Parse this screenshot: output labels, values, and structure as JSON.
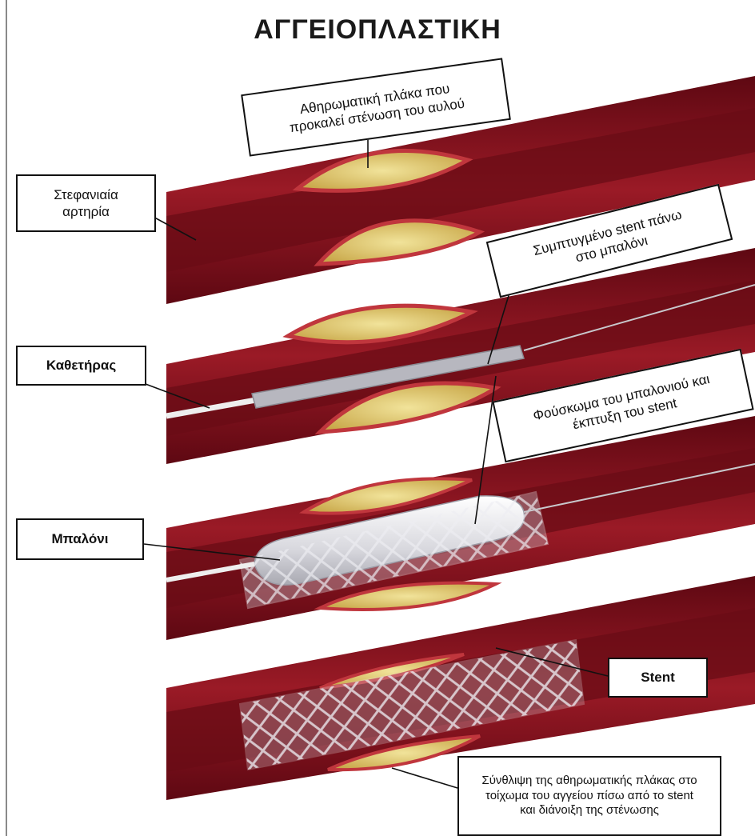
{
  "title": "ΑΓΓΕΙΟΠΛΑΣΤΙΚΗ",
  "colors": {
    "vessel_wall": "#7d0f1c",
    "vessel_inner": "#a8202c",
    "lumen": "#6a0c16",
    "plaque_fill": "#d9c46a",
    "plaque_rim": "#c0363d",
    "stent_mesh": "#e8e8ee",
    "balloon": "#e6e6ea",
    "label_border": "#111111"
  },
  "labels": {
    "plaque": "Αθηρωματική πλάκα που\nπροκαλεί στένωση του αυλού",
    "coronary_artery": "Στεφανιαία\nαρτηρία",
    "folded_stent": "Συμπτυγμένο stent πάνω\nστο μπαλόνι",
    "catheter": "Καθετήρας",
    "balloon_inflation": "Φούσκωμα του μπαλονιού και\nέκπτυξη του stent",
    "balloon": "Μπαλόνι",
    "stent": "Stent",
    "compression": "Σύνθλιψη της αθηρωματικής πλάκας στο\nτοίχωμα του αγγείου πίσω από το stent\nκαι διάνοιξη της στένωσης"
  }
}
